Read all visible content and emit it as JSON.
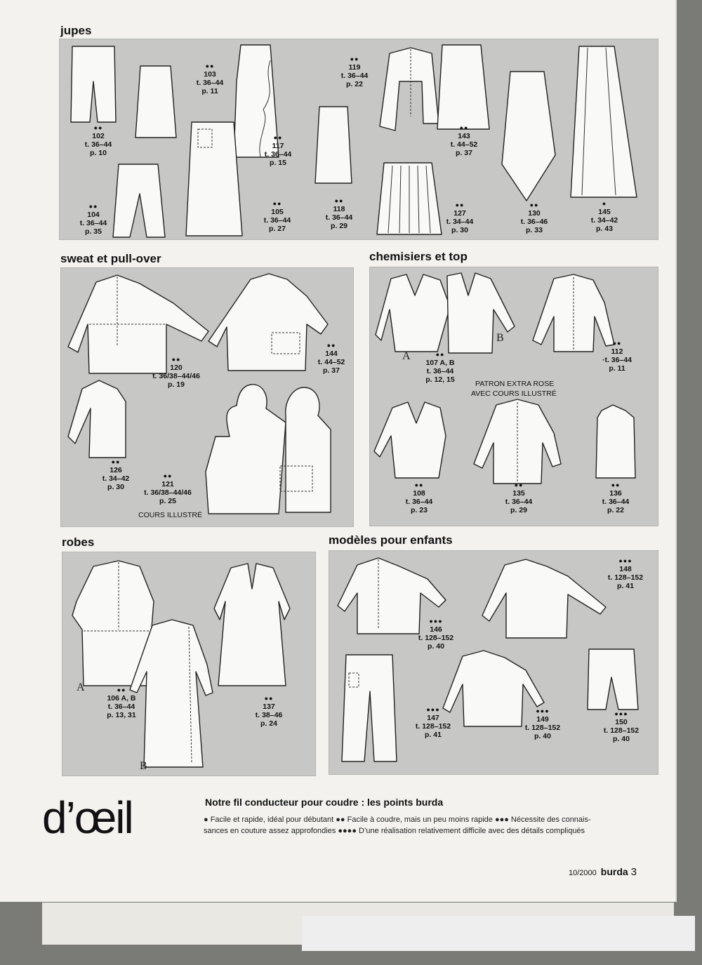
{
  "sections": {
    "jupes": "jupes",
    "sweat": "sweat et pull-over",
    "chemisiers": "chemisiers et top",
    "robes": "robes",
    "enfants": "modèles pour enfants"
  },
  "models": {
    "m102": {
      "dots": "●●",
      "num": "102",
      "size": "t. 36–44",
      "page": "p. 10"
    },
    "m103": {
      "dots": "●●",
      "num": "103",
      "size": "t. 36–44",
      "page": "p. 11"
    },
    "m104": {
      "dots": "●●",
      "num": "104",
      "size": "t. 36–44",
      "page": "p. 35"
    },
    "m105": {
      "dots": "●●",
      "num": "105",
      "size": "t. 36–44",
      "page": "p. 27"
    },
    "m117": {
      "dots": "●●",
      "num": "117",
      "size": "t. 36–44",
      "page": "p. 15"
    },
    "m118": {
      "dots": "●●",
      "num": "118",
      "size": "t. 36–44",
      "page": "p. 29"
    },
    "m119": {
      "dots": "●●",
      "num": "119",
      "size": "t. 36–44",
      "page": "p. 22"
    },
    "m127": {
      "dots": "●●",
      "num": "127",
      "size": "t. 34–44",
      "page": "p. 30"
    },
    "m130": {
      "dots": "●●",
      "num": "130",
      "size": "t. 36–46",
      "page": "p. 33"
    },
    "m143": {
      "dots": "●●",
      "num": "143",
      "size": "t. 44–52",
      "page": "p. 37"
    },
    "m145": {
      "dots": "●",
      "num": "145",
      "size": "t. 34–42",
      "page": "p. 43"
    },
    "m120": {
      "dots": "●●",
      "num": "120",
      "size": "t. 36/38–44/46",
      "page": "p. 19"
    },
    "m144": {
      "dots": "●●",
      "num": "144",
      "size": "t. 44–52",
      "page": "p. 37"
    },
    "m126": {
      "dots": "●●",
      "num": "126",
      "size": "t. 34–42",
      "page": "p. 30"
    },
    "m121": {
      "dots": "●●",
      "num": "121",
      "size": "t. 36/38–44/46",
      "page": "p. 25"
    },
    "m107": {
      "dots": "●●",
      "num": "107 A, B",
      "size": "t. 36–44",
      "page": "p. 12, 15"
    },
    "m112": {
      "dots": "●●",
      "num": "112",
      "size": "·t. 36–44",
      "page": "p. 11"
    },
    "m108": {
      "dots": "●●",
      "num": "108",
      "size": "t. 36–44",
      "page": "p. 23"
    },
    "m135": {
      "dots": "●●",
      "num": "135",
      "size": "t. 36–44",
      "page": "p. 29"
    },
    "m136": {
      "dots": "●●",
      "num": "136",
      "size": "t. 36–44",
      "page": "p. 22"
    },
    "m106": {
      "dots": "●●",
      "num": "106 A, B",
      "size": "t. 36–44",
      "page": "p. 13, 31"
    },
    "m137": {
      "dots": "●●",
      "num": "137",
      "size": "t. 38–46",
      "page": "p. 24"
    },
    "m146": {
      "dots": "●●●",
      "num": "146",
      "size": "t. 128–152",
      "page": "p. 40"
    },
    "m147": {
      "dots": "●●●",
      "num": "147",
      "size": "t. 128–152",
      "page": "p. 41"
    },
    "m148": {
      "dots": "●●●",
      "num": "148",
      "size": "t. 128–152",
      "page": "p. 41"
    },
    "m149": {
      "dots": "●●●",
      "num": "149",
      "size": "t. 128–152",
      "page": "p. 40"
    },
    "m150": {
      "dots": "●●●",
      "num": "150",
      "size": "t. 128–152",
      "page": "p. 40"
    }
  },
  "notes": {
    "cours_illustre": "COURS ILLUSTRÉ",
    "patron_line1": "PATRON EXTRA ROSE",
    "patron_line2": "AVEC COURS ILLUSTRÉ"
  },
  "variants": {
    "a": "A",
    "b": "B"
  },
  "corner_word": "d’œil",
  "legend": {
    "title": "Notre fil conducteur pour coudre : les points burda",
    "line1": "● Facile et rapide, idéal pour débutant  ●● Facile à coudre, mais un peu moins rapide ●●● Nécessite des connais-",
    "line2": "sances en couture assez approfondies  ●●●● D’une réalisation relativement difficile avec des détails compliqués"
  },
  "footer": {
    "issue": "10/2000",
    "brand": "burda",
    "page": "3"
  }
}
